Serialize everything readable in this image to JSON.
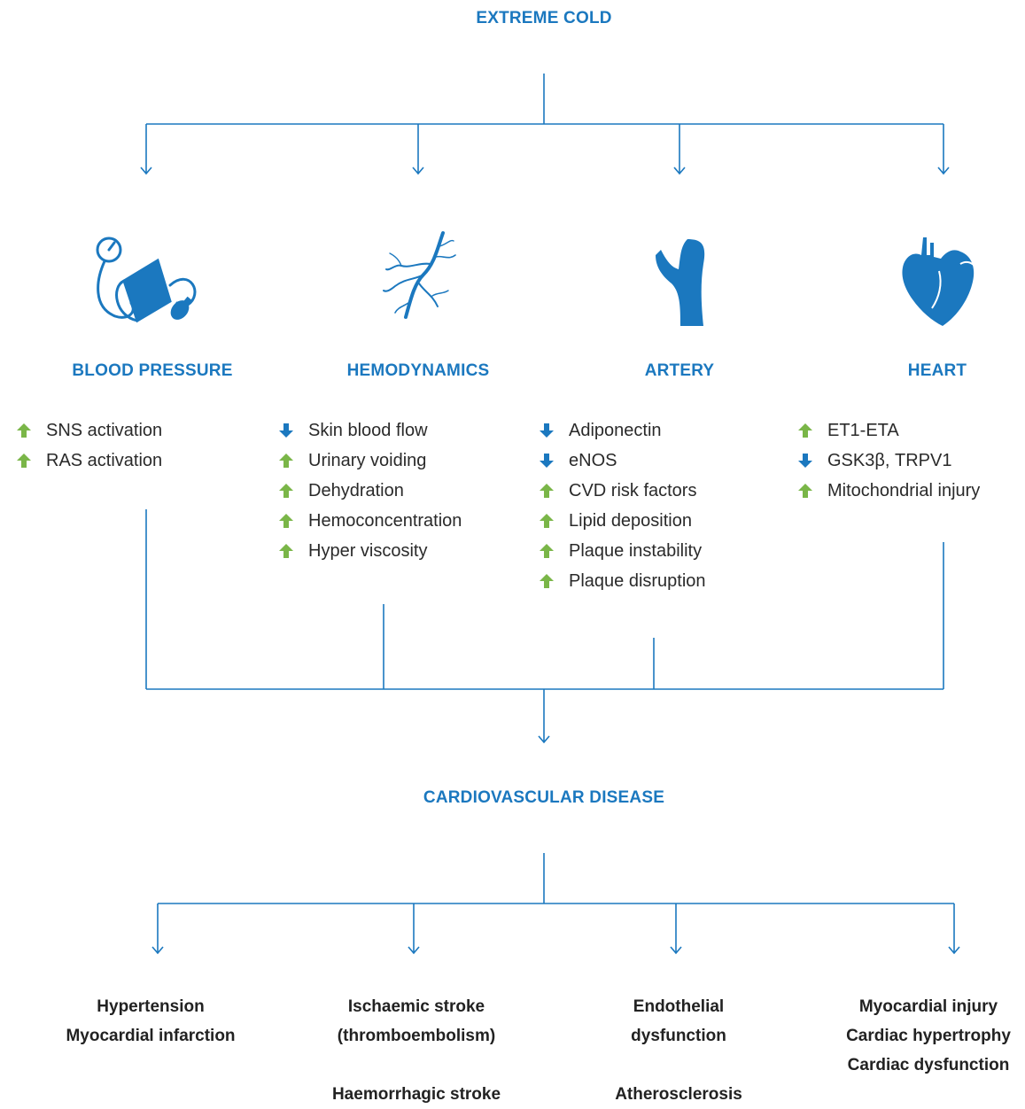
{
  "title": "EXTREME COLD",
  "colors": {
    "accent": "#1b78bf",
    "increase": "#7ab648",
    "decrease": "#1b78bf"
  },
  "categories": [
    {
      "label": "BLOOD PRESSURE",
      "icon": "blood-pressure-cuff-icon",
      "factors": [
        {
          "dir": "up",
          "text": "SNS activation"
        },
        {
          "dir": "up",
          "text": "RAS activation"
        }
      ]
    },
    {
      "label": "HEMODYNAMICS",
      "icon": "blood-vessels-icon",
      "factors": [
        {
          "dir": "down",
          "text": "Skin blood flow"
        },
        {
          "dir": "up",
          "text": "Urinary voiding"
        },
        {
          "dir": "up",
          "text": "Dehydration"
        },
        {
          "dir": "up",
          "text": "Hemoconcentration"
        },
        {
          "dir": "up",
          "text": "Hyper viscosity"
        }
      ]
    },
    {
      "label": "ARTERY",
      "icon": "artery-icon",
      "factors": [
        {
          "dir": "down",
          "text": "Adiponectin"
        },
        {
          "dir": "down",
          "text": "eNOS"
        },
        {
          "dir": "up",
          "text": "CVD risk factors"
        },
        {
          "dir": "up",
          "text": "Lipid deposition"
        },
        {
          "dir": "up",
          "text": "Plaque instability"
        },
        {
          "dir": "up",
          "text": "Plaque disruption"
        }
      ]
    },
    {
      "label": "HEART",
      "icon": "heart-icon",
      "factors": [
        {
          "dir": "up",
          "text": "ET1-ETA"
        },
        {
          "dir": "down",
          "text": "GSK3β, TRPV1"
        },
        {
          "dir": "up",
          "text": "Mitochondrial injury"
        }
      ]
    }
  ],
  "middle_title": "CARDIOVASCULAR DISEASE",
  "outcomes": [
    [
      "Hypertension",
      "Myocardial infarction"
    ],
    [
      "Ischaemic stroke",
      "(thromboembolism)",
      "",
      "Haemorrhagic stroke"
    ],
    [
      "Endothelial",
      "dysfunction",
      "",
      "Atherosclerosis"
    ],
    [
      "Myocardial injury",
      "Cardiac hypertrophy",
      "Cardiac dysfunction"
    ]
  ]
}
